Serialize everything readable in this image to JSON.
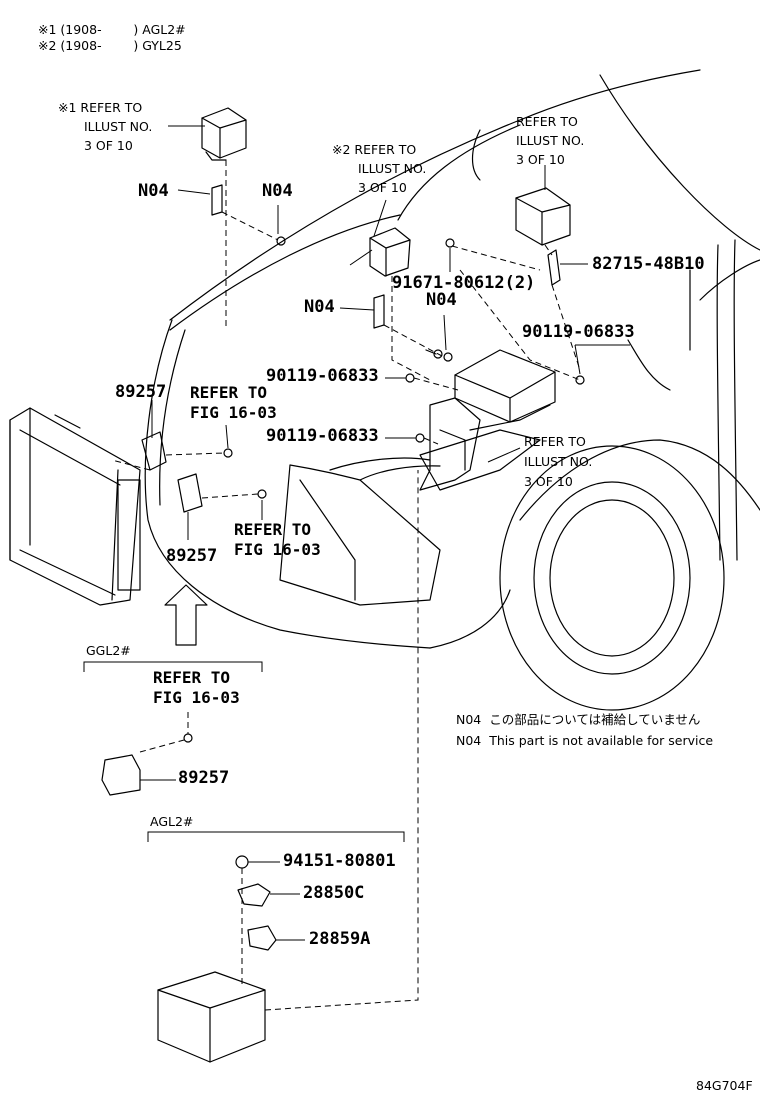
{
  "header": {
    "line1": "※1 (1908-        ) AGL2#",
    "line2": "※2 (1908-        ) GYL25"
  },
  "callouts": {
    "ref_top_left": [
      "※1 REFER TO",
      "ILLUST NO.",
      "3 OF 10"
    ],
    "ref_center": [
      "※2 REFER TO",
      "ILLUST NO.",
      "3 OF 10"
    ],
    "ref_top_right": [
      "REFER TO",
      "ILLUST NO.",
      "3 OF 10"
    ],
    "ref_right_mid": [
      "REFER TO",
      "ILLUST NO.",
      "3 OF 10"
    ],
    "fig_upper": [
      "REFER TO",
      "FIG 16-03"
    ],
    "fig_lower": [
      "REFER TO",
      "FIG 16-03"
    ],
    "fig_ggl": [
      "REFER TO",
      "FIG 16-03"
    ]
  },
  "parts": {
    "n04_a": "N04",
    "n04_b": "N04",
    "n04_c": "N04",
    "n04_d": "N04",
    "p91671": "91671-80612(2)",
    "p82715": "82715-48B10",
    "p90119_a": "90119-06833",
    "p90119_b": "90119-06833",
    "p90119_c": "90119-06833",
    "p89257_a": "89257",
    "p89257_b": "89257",
    "p89257_c": "89257",
    "p94151": "94151-80801",
    "p28850": "28850C",
    "p28859": "28859A"
  },
  "sections": {
    "ggl2": "GGL2#",
    "agl2": "AGL2#"
  },
  "notes": {
    "jp": "N04  この部品については補給していません",
    "en": "N04  This part is not available for service"
  },
  "footer": {
    "code": "84G704F"
  }
}
